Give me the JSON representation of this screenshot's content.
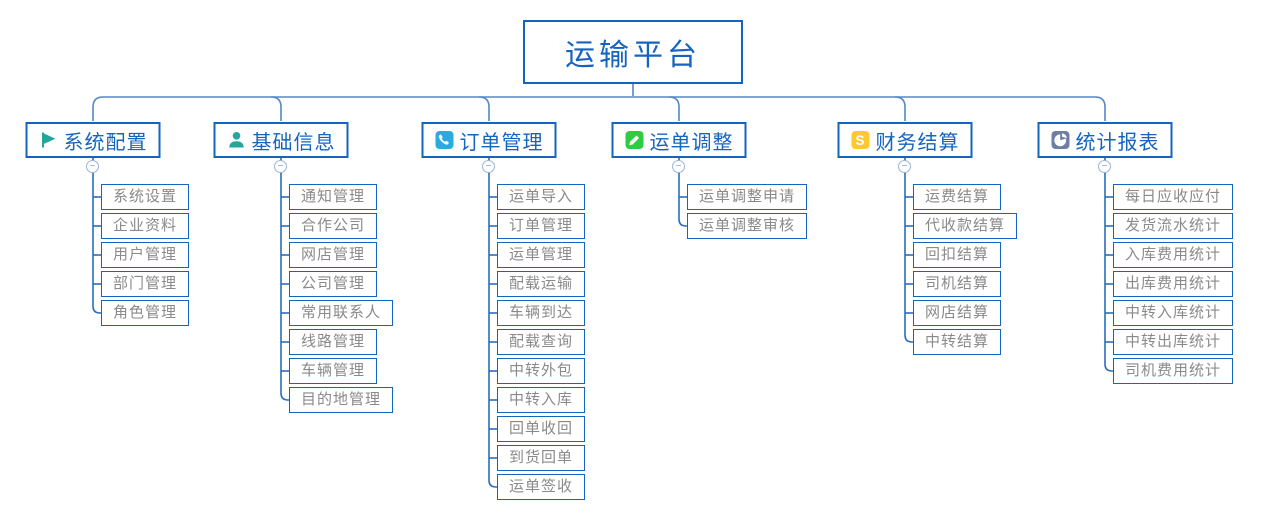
{
  "root": {
    "label": "运输平台"
  },
  "branches": [
    {
      "id": "system-config",
      "label": "系统配置",
      "icon": "flag-icon",
      "icon_color": "#26a69a",
      "children": [
        "系统设置",
        "企业资料",
        "用户管理",
        "部门管理",
        "角色管理"
      ]
    },
    {
      "id": "basic-info",
      "label": "基础信息",
      "icon": "user-icon",
      "icon_color": "#26a69a",
      "children": [
        "通知管理",
        "合作公司",
        "网店管理",
        "公司管理",
        "常用联系人",
        "线路管理",
        "车辆管理",
        "目的地管理"
      ]
    },
    {
      "id": "order-management",
      "label": "订单管理",
      "icon": "phone-icon",
      "icon_color": "#29abe2",
      "children": [
        "运单导入",
        "订单管理",
        "运单管理",
        "配载运输",
        "车辆到达",
        "配载查询",
        "中转外包",
        "中转入库",
        "回单收回",
        "到货回单",
        "运单签收"
      ]
    },
    {
      "id": "waybill-adjustment",
      "label": "运单调整",
      "icon": "pencil-icon",
      "icon_color": "#2ecc40",
      "children": [
        "运单调整申请",
        "运单调整审核"
      ]
    },
    {
      "id": "finance-settlement",
      "label": "财务结算",
      "icon": "dollar-icon",
      "icon_color": "#ffc82e",
      "children": [
        "运费结算",
        "代收款结算",
        "回扣结算",
        "司机结算",
        "网店结算",
        "中转结算"
      ]
    },
    {
      "id": "statistics-report",
      "label": "统计报表",
      "icon": "pie-chart-icon",
      "icon_color": "#6f7fa3",
      "children": [
        "每日应收应付",
        "发货流水统计",
        "入库费用统计",
        "出库费用统计",
        "中转入库统计",
        "中转出库统计",
        "司机费用统计"
      ]
    }
  ],
  "collapse_toggle_symbol": "−",
  "colors": {
    "node_border": "#1565c0",
    "node_text": "#1565c0",
    "child_text": "#8a8a8a",
    "top_connector": "#5585c7",
    "trunk_connector": "#2a6ebb",
    "toggle_border": "#9db3d6",
    "background": "#ffffff"
  }
}
